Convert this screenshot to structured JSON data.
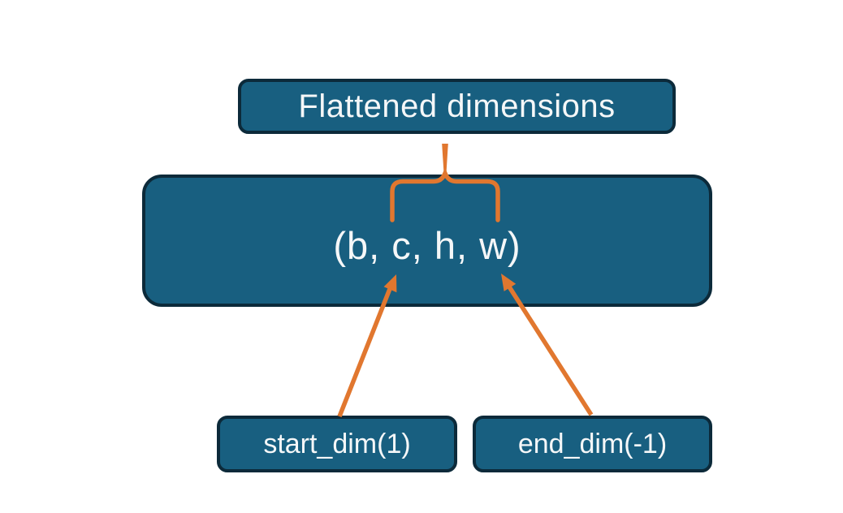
{
  "diagram": {
    "title": "Tensor flatten dimensions diagram",
    "colors": {
      "background": "#ffffff",
      "node_fill": "#185F80",
      "node_border": "#0C2A3A",
      "node_text": "#F5F7F8",
      "connector": "#E1772F"
    },
    "nodes": {
      "flattened": {
        "label": "Flattened dimensions"
      },
      "tensor": {
        "label": "(b, c, h, w)"
      },
      "start_dim": {
        "label": "start_dim(1)"
      },
      "end_dim": {
        "label": "end_dim(-1)"
      }
    },
    "connectors": [
      {
        "name": "brace-flattened-span",
        "type": "curly-brace",
        "from": "tensor dims c..w",
        "to": "flattened"
      },
      {
        "name": "arrow-start-dim",
        "type": "arrow",
        "from": "start_dim",
        "points_to": "c"
      },
      {
        "name": "arrow-end-dim",
        "type": "arrow",
        "from": "end_dim",
        "points_to": "w"
      }
    ]
  }
}
